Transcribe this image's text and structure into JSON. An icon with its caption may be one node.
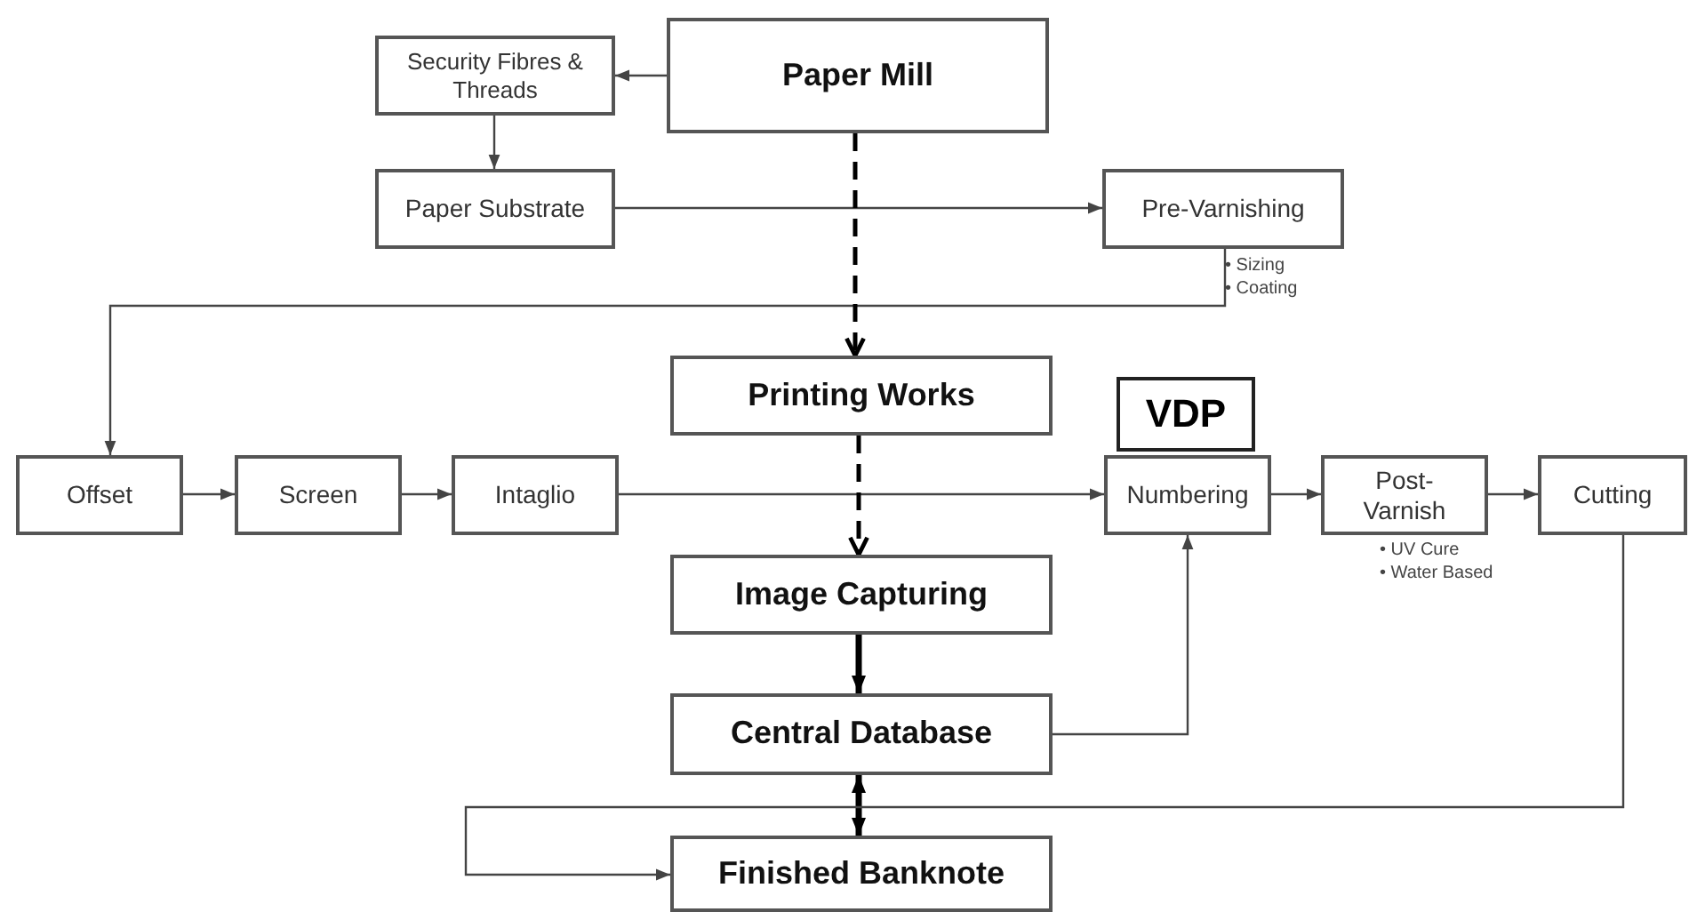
{
  "diagram": {
    "nodes": [
      {
        "text": [
          "Paper Mill"
        ]
      },
      {
        "text": [
          "Security Fibres & Threads"
        ]
      },
      {
        "text": [
          "Paper Substrate"
        ]
      },
      {
        "text": [
          "Pre-Varnishing"
        ],
        "beside": [
          "• Sizing",
          "• Coating"
        ]
      },
      {
        "text": [
          "Printing Works"
        ]
      },
      {
        "text": [
          "VDP"
        ]
      },
      {
        "text": [
          "Offset"
        ]
      },
      {
        "text": [
          "Screen"
        ]
      },
      {
        "text": [
          "Intaglio"
        ]
      },
      {
        "text": [
          "Numbering"
        ]
      },
      {
        "text": [
          "Post- Varnish"
        ],
        "beside": [
          "• UV Cure",
          "• Water Based"
        ]
      },
      {
        "text": [
          "Cutting"
        ]
      },
      {
        "text": [
          "Image Capturing"
        ]
      },
      {
        "text": [
          "Central Database"
        ]
      },
      {
        "text": [
          "Finished Banknote"
        ]
      }
    ],
    "edges": [
      {
        "from": 0,
        "to": 1,
        "arrow": "to"
      },
      {
        "from": 1,
        "to": 2,
        "arrow": "to"
      },
      {
        "from": 2,
        "to": 3,
        "arrow": "to"
      },
      {
        "from": 3,
        "to": 6,
        "arrow": "to"
      },
      {
        "from": 0,
        "to": 4,
        "arrow": "to",
        "style": "dashed",
        "color": "#000000"
      },
      {
        "from": 6,
        "to": 7,
        "arrow": "to"
      },
      {
        "from": 7,
        "to": 8,
        "arrow": "to"
      },
      {
        "from": 8,
        "to": 9,
        "arrow": "to"
      },
      {
        "from": 9,
        "to": 10,
        "arrow": "to"
      },
      {
        "from": 10,
        "to": 11,
        "arrow": "to"
      },
      {
        "from": 4,
        "to": 12,
        "arrow": "to",
        "style": "dashed",
        "color": "#000000"
      },
      {
        "from": 12,
        "to": 13,
        "arrow": "to",
        "style": "thick",
        "color": "#000000"
      },
      {
        "from": 13,
        "to": 9,
        "arrow": "to"
      },
      {
        "from": 13,
        "to": 14,
        "arrow": "both",
        "style": "thick",
        "color": "#000000"
      },
      {
        "from": 11,
        "to": 14,
        "arrow": "to"
      }
    ]
  }
}
